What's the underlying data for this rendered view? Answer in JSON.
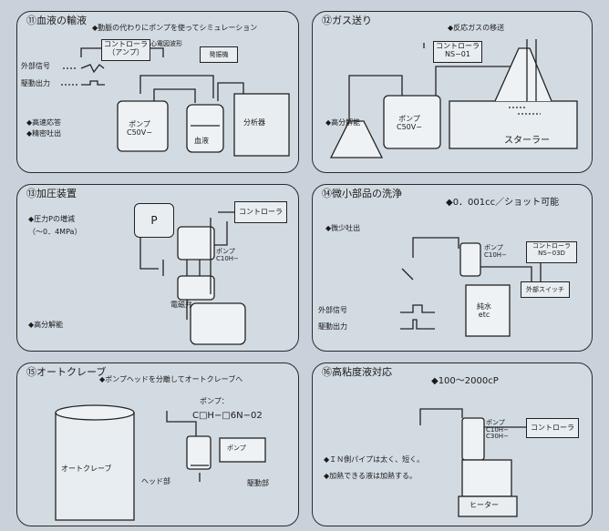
{
  "panels": {
    "p1": {
      "title": "⑪血液の輸液",
      "note": "◆動脈の代わりにポンプを使ってシミュレーション",
      "controller": "コントローラ\n（アンプ）",
      "waveform": "心電図波形",
      "generator": "発振機",
      "ext_signal": "外部信号",
      "drive_output": "駆動出力",
      "pump": "ポンプ\nC50V−",
      "blood": "血液",
      "analyzer": "分析器",
      "features": [
        "◆高速応答",
        "◆精密吐出"
      ]
    },
    "p2": {
      "title": "⑫ガス送り",
      "note": "◆反応ガスの移送",
      "controller": "コントローラ\nNS−01",
      "pump": "ポンプ\nC50V−",
      "stirrer": "スターラー",
      "feature": "◆高分解能"
    },
    "p3": {
      "title": "⑬加圧装置",
      "note1": "◆圧力Pの増減",
      "note2": "（～0．4MPa）",
      "p_label": "P",
      "controller": "コントローラ",
      "pump": "ポンプ\nC10H−",
      "solenoid": "電磁弁",
      "feature": "◆高分解能"
    },
    "p4": {
      "title": "⑭微小部品の洗浄",
      "note": "◆0．001cc／ショット可能",
      "feature": "◆微少吐出",
      "pump": "ポンプ\nC10H−",
      "controller": "コントローラ\nNS−03D",
      "switch": "外部スイッチ",
      "ext_signal": "外部信号",
      "drive_output": "駆動出力",
      "water": "純水\netc"
    },
    "p5": {
      "title": "⑮オートクレーブ",
      "note": "◆ポンプヘッドを分離してオートクレーブへ",
      "pump_label": "ポンプ：",
      "pump_model": "C□H−□6N−02",
      "autoclave": "オートクレーブ",
      "head": "ヘッド部",
      "drive": "駆動部",
      "pump": "ポンプ"
    },
    "p6": {
      "title": "⑯高粘度液対応",
      "note": "◆100～2000cP",
      "pump": "ポンプ\nC10H−\nC30H−",
      "controller": "コントローラ",
      "feat1": "◆ＩＮ側パイプは太く、短く。",
      "feat2": "◆加熱できる液は加熱する。",
      "heater": "ヒーター"
    }
  }
}
